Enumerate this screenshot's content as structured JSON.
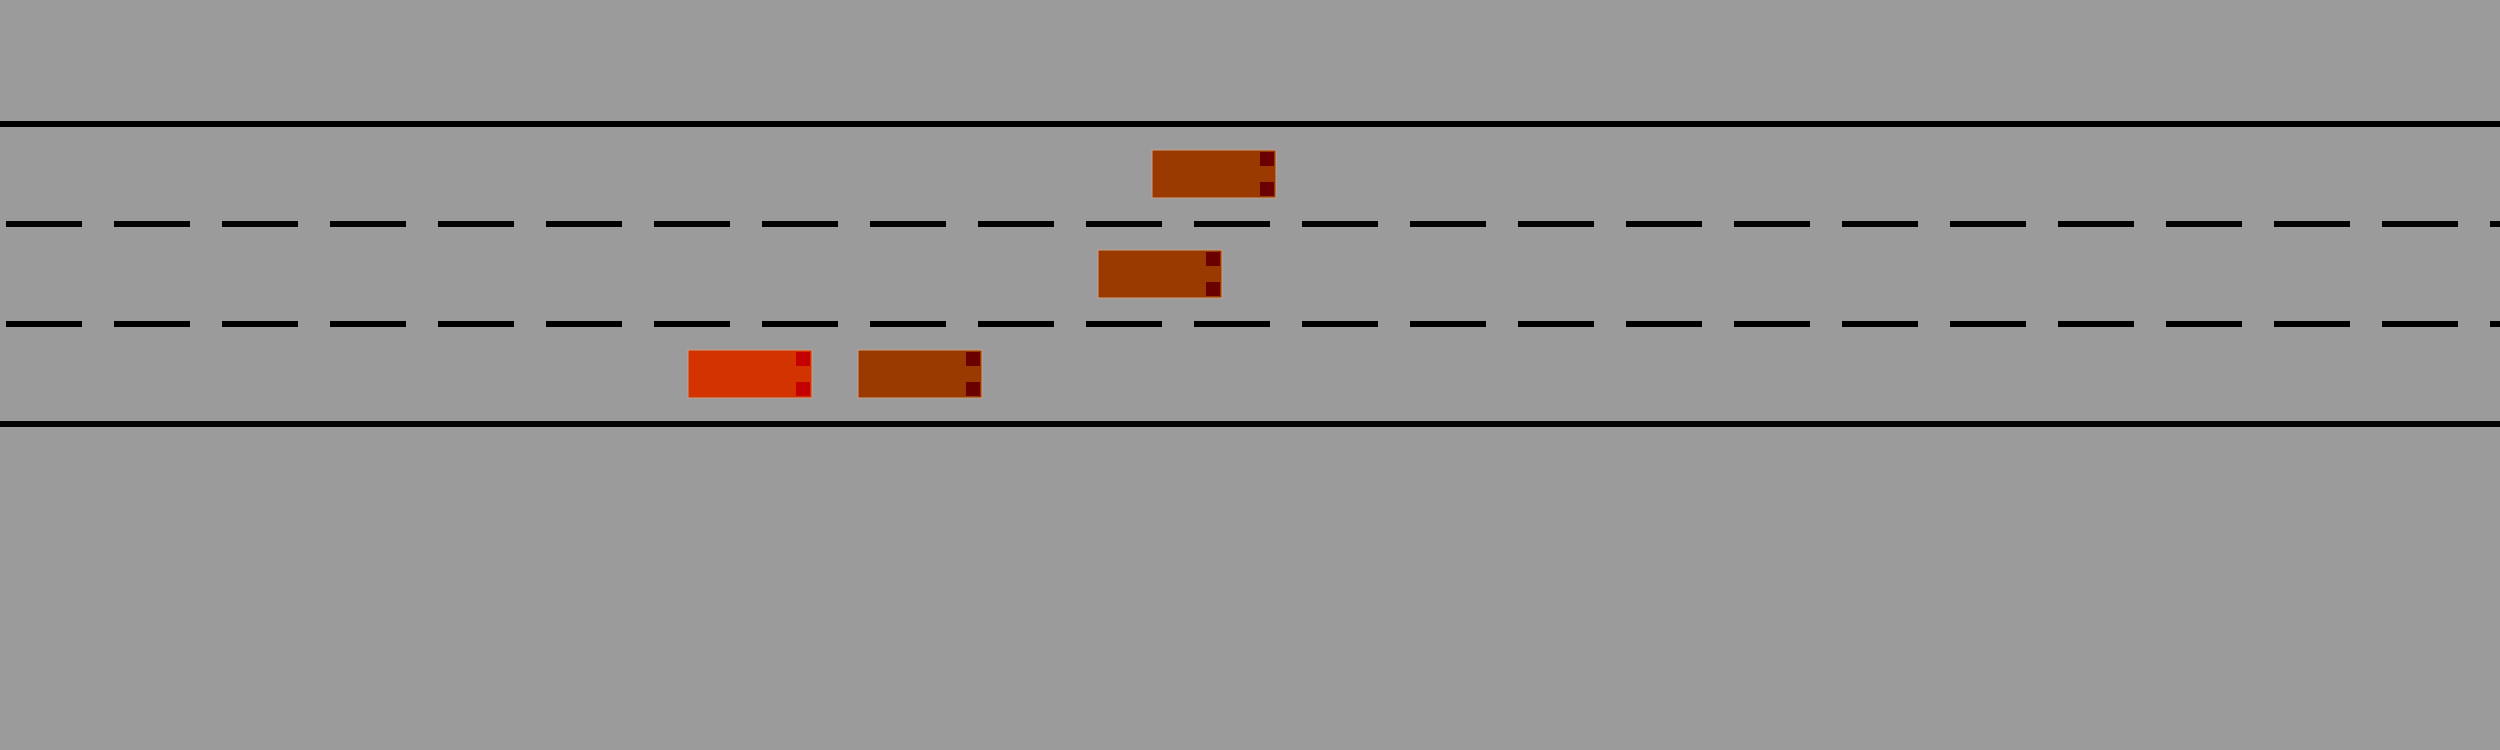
{
  "scene": {
    "background_color": "#9b9b9b",
    "road_color": "#9b9b9b",
    "line_color": "#000000",
    "lane_count": 3
  },
  "ego_vehicle": {
    "lane": 3,
    "body_color": "#d23300",
    "light_color": "#c40000"
  },
  "other_vehicles": [
    {
      "lane": 1,
      "body_color": "#9a3a00",
      "light_color": "#6a0000"
    },
    {
      "lane": 2,
      "body_color": "#9a3a00",
      "light_color": "#6a0000"
    },
    {
      "lane": 3,
      "body_color": "#9a3a00",
      "light_color": "#6a0000"
    }
  ]
}
